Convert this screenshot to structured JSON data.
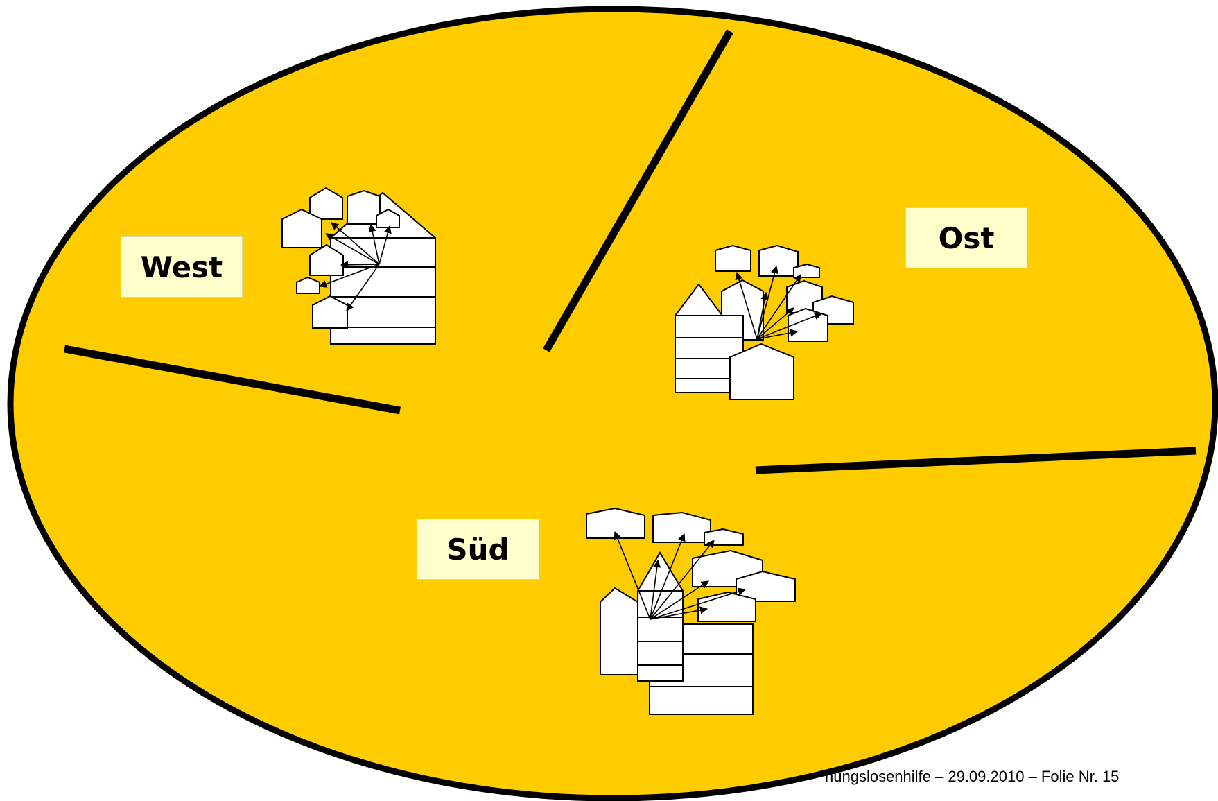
{
  "colors": {
    "background": "#ffffff",
    "region_fill": "#ffcc00",
    "outline": "#000000",
    "label_fill": "#ffffcc",
    "building_fill": "#ffffff"
  },
  "regions": {
    "west": {
      "label": "West"
    },
    "ost": {
      "label": "Ost"
    },
    "sued": {
      "label": "Süd"
    }
  },
  "icons": {
    "building_cluster": "building-cluster-icon",
    "arrow": "arrow-icon"
  },
  "footer": {
    "text": "nungslosenhilfe – 29.09.2010 – Folie Nr. 15"
  }
}
